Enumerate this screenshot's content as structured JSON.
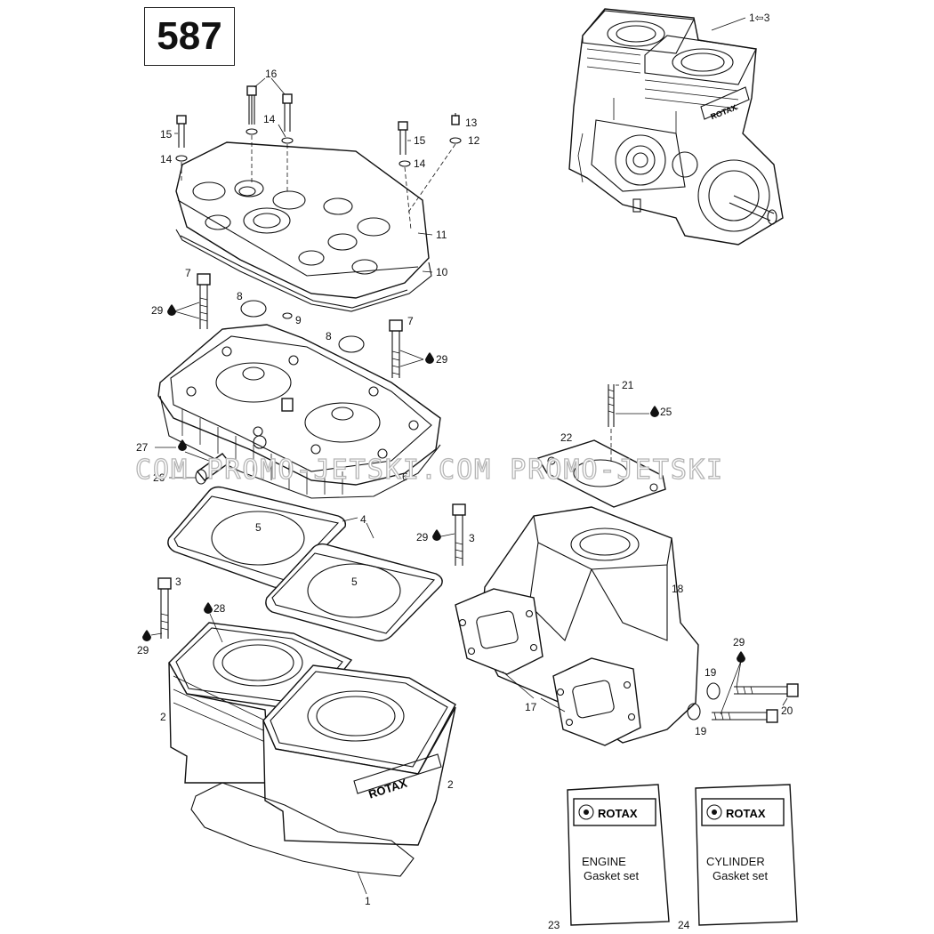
{
  "diagram_number": "587",
  "watermark": "COM PROMO-JETSKI.COM PROMO-JETSKI",
  "engine_label": "1⇦3",
  "brand_text": "ROTAX",
  "callouts": {
    "c1": "1",
    "c2a": "2",
    "c2b": "2",
    "c3a": "3",
    "c3b": "3",
    "c4": "4",
    "c5a": "5",
    "c5b": "5",
    "c6": "6",
    "c7a": "7",
    "c7b": "7",
    "c8a": "8",
    "c8b": "8",
    "c9": "9",
    "c10": "10",
    "c11": "11",
    "c12": "12",
    "c13": "13",
    "c14a": "14",
    "c14b": "14",
    "c14c": "14",
    "c15a": "15",
    "c15b": "15",
    "c16": "16",
    "c17": "17",
    "c18": "18",
    "c19a": "19",
    "c19b": "19",
    "c20": "20",
    "c21": "21",
    "c22": "22",
    "c23": "23",
    "c24": "24",
    "c25": "25",
    "c26": "26",
    "c27": "27",
    "c28": "28",
    "c29a": "29",
    "c29b": "29",
    "c29c": "29",
    "c29d": "29",
    "c29e": "29"
  },
  "kits": [
    {
      "brand": "ROTAX",
      "title": "ENGINE",
      "subtitle": "Gasket set"
    },
    {
      "brand": "ROTAX",
      "title": "CYLINDER",
      "subtitle": "Gasket set"
    }
  ]
}
